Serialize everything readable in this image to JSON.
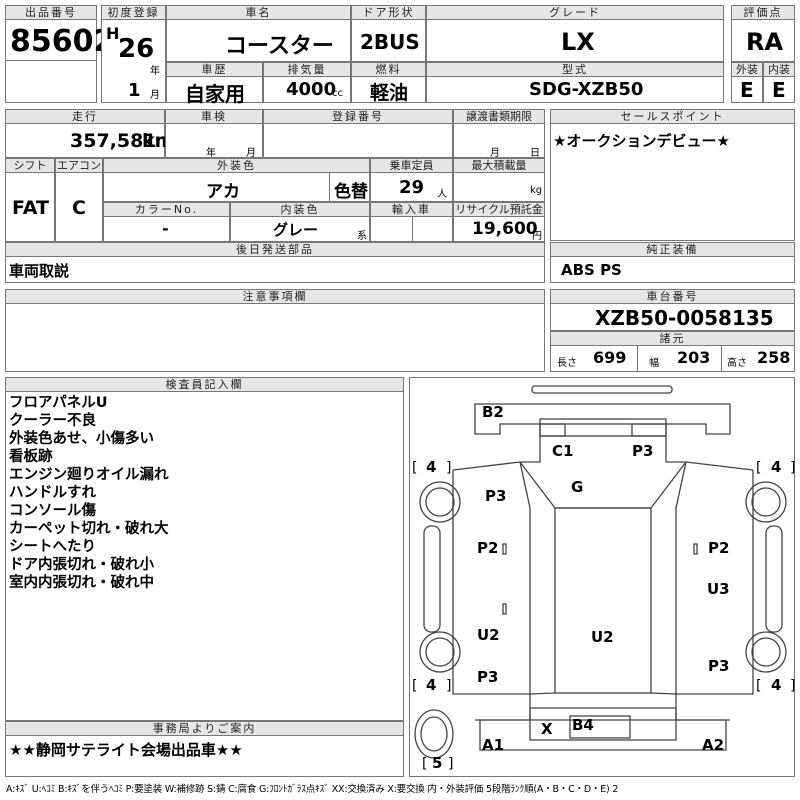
{
  "labels": {
    "lot_no": "出品番号",
    "first_reg": "初度登録",
    "car_name": "車名",
    "door": "ドア形状",
    "grade": "グレード",
    "score": "評価点",
    "history": "車歴",
    "displacement": "排気量",
    "fuel": "燃料",
    "model_code": "型式",
    "exterior": "外装",
    "interior": "内装",
    "mileage": "走行",
    "inspection": "車検",
    "reg_no": "登録番号",
    "transfer": "譲渡書類期限",
    "sales_point": "セールスポイント",
    "shift": "シフト",
    "aircon": "エアコン",
    "ext_color": "外装色",
    "capacity": "乗車定員",
    "max_load": "最大積載量",
    "color_no": "カラーNo.",
    "int_color": "内装色",
    "import": "輸入車",
    "recycle": "リサイクル預託金",
    "later_parts": "後日発送部品",
    "genuine": "純正装備",
    "notes": "注意事項欄",
    "chassis": "車台番号",
    "specs": "諸元",
    "inspector": "検査員記入欄",
    "office": "事務局よりご案内"
  },
  "lot_no": "85602",
  "first_reg": {
    "era": "H",
    "year": "26",
    "year_unit": "年",
    "month": "1",
    "month_unit": "月"
  },
  "car_name": "コースター",
  "door": "2BUS",
  "grade": "LX",
  "score": "RA",
  "history": "自家用",
  "displacement": {
    "value": "4000",
    "unit": "cc"
  },
  "fuel": "軽油",
  "model_code": "SDG-XZB50",
  "exterior_score": "E",
  "interior_score": "E",
  "mileage": {
    "value": "357,581",
    "unit": "km"
  },
  "inspection": {
    "year_unit": "年",
    "month_unit": "月"
  },
  "transfer": {
    "month_unit": "月",
    "day_unit": "日"
  },
  "sales_point_text": "★オークションデビュー★",
  "shift": "FAT",
  "aircon": "C",
  "ext_color": "アカ",
  "color_change": "色替",
  "capacity": {
    "value": "29",
    "unit": "人"
  },
  "max_load": {
    "unit": "kg"
  },
  "color_no": "-",
  "int_color": {
    "value": "グレー",
    "unit": "系"
  },
  "recycle": {
    "value": "19,600",
    "unit": "円"
  },
  "later_parts_text": "車両取説",
  "genuine_text": "ABS PS",
  "chassis_no": "XZB50-0058135",
  "specs": {
    "length_label": "長さ",
    "length": "699",
    "width_label": "幅",
    "width": "203",
    "height_label": "高さ",
    "height": "258"
  },
  "inspector_notes": [
    "フロアパネルU",
    "クーラー不良",
    "外装色あせ、小傷多い",
    "看板跡",
    "エンジン廻りオイル漏れ",
    "ハンドルすれ",
    "コンソール傷",
    "カーペット切れ・破れ大",
    "シートへたり",
    "ドア内張切れ・破れ小",
    "室内内張切れ・破れ中"
  ],
  "office_text": "★★静岡サテライト会場出品車★★",
  "diagram": {
    "marks": [
      "B2",
      "C1",
      "P3",
      "G",
      "P3",
      "P2",
      "P2",
      "U3",
      "U2",
      "U2",
      "P3",
      "P3",
      "X",
      "B4",
      "A1",
      "A2"
    ],
    "tires": [
      "4",
      "4",
      "4",
      "4",
      "5"
    ]
  },
  "legend": "A:ｷｽﾞ U:ﾍｺﾐ B:ｷｽﾞを伴うﾍｺﾐ P:要塗装 W:補修跡 S:錆 C:腐食 G:ﾌﾛﾝﾄｶﾞﾗｽ点ｷｽﾞ XX:交換済み X:要交換 内・外装評価 5段階ﾗﾝｸ順(A・B・C・D・E) 2"
}
